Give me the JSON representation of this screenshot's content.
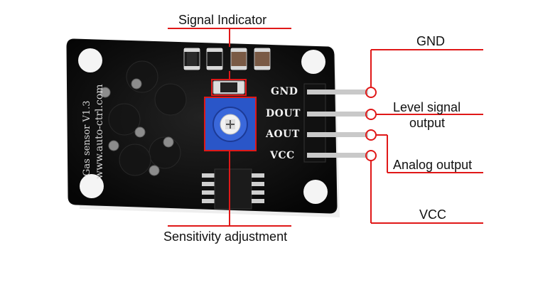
{
  "callouts": {
    "signal_indicator": "Signal Indicator",
    "sensitivity": "Sensitivity adjustment",
    "gnd": "GND",
    "level_signal_line1": "Level signal",
    "level_signal_line2": "output",
    "analog_output": "Analog output",
    "vcc": "VCC"
  },
  "board": {
    "pins": [
      "GND",
      "DOUT",
      "AOUT",
      "VCC"
    ],
    "silk_text": "Gas sensor V1.3",
    "website": "www.auto-ctrl.com"
  },
  "colors": {
    "board": "#0b0b0b",
    "potentiometer": "#2a56c8",
    "leader_line": "#e01818",
    "pin": "#c9c9c9"
  }
}
